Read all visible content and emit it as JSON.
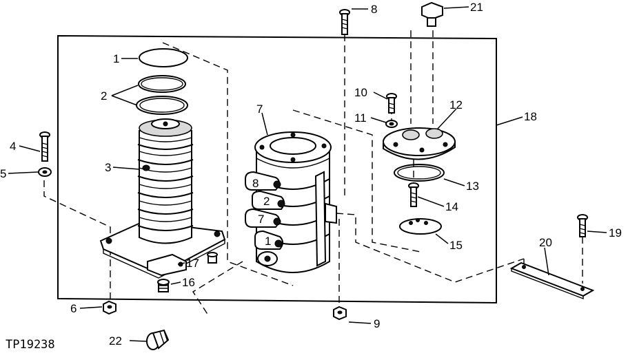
{
  "figure_code": "TP19238",
  "callouts": [
    {
      "id": "1",
      "label": "1"
    },
    {
      "id": "2",
      "label": "2"
    },
    {
      "id": "3",
      "label": "3"
    },
    {
      "id": "4",
      "label": "4"
    },
    {
      "id": "5",
      "label": "5"
    },
    {
      "id": "6",
      "label": "6"
    },
    {
      "id": "7",
      "label": "7"
    },
    {
      "id": "8",
      "label": "8"
    },
    {
      "id": "9",
      "label": "9"
    },
    {
      "id": "10",
      "label": "10"
    },
    {
      "id": "11",
      "label": "11"
    },
    {
      "id": "12",
      "label": "12"
    },
    {
      "id": "13",
      "label": "13"
    },
    {
      "id": "14",
      "label": "14"
    },
    {
      "id": "15",
      "label": "15"
    },
    {
      "id": "16",
      "label": "16"
    },
    {
      "id": "17",
      "label": "17"
    },
    {
      "id": "18",
      "label": "18"
    },
    {
      "id": "19",
      "label": "19"
    },
    {
      "id": "20",
      "label": "20"
    },
    {
      "id": "21",
      "label": "21"
    },
    {
      "id": "22",
      "label": "22"
    }
  ],
  "port_marks": [
    "8",
    "2",
    "7",
    "1"
  ]
}
